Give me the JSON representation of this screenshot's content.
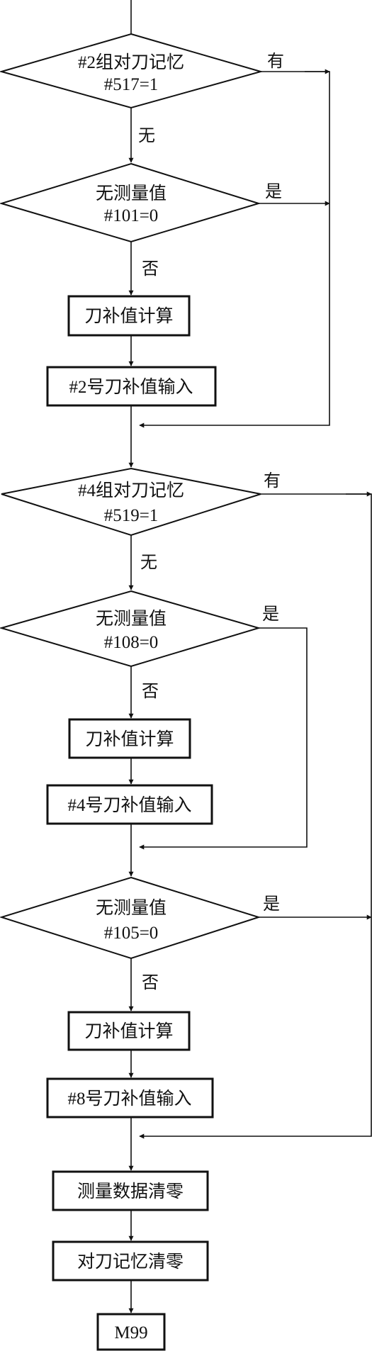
{
  "decisions": {
    "d1": {
      "line1": "#2组对刀记忆",
      "line2": "#517=1",
      "yes": "有",
      "no": "无"
    },
    "d2": {
      "line1": "无测量值",
      "line2": "#101=0",
      "yes": "是",
      "no": "否"
    },
    "d3": {
      "line1": "#4组对刀记忆",
      "line2": "#519=1",
      "yes": "有",
      "no": "无"
    },
    "d4": {
      "line1": "无测量值",
      "line2": "#108=0",
      "yes": "是",
      "no": "否"
    },
    "d5": {
      "line1": "无测量值",
      "line2": "#105=0",
      "yes": "是",
      "no": "否"
    }
  },
  "processes": {
    "p1": "刀补值计算",
    "p2": "#2号刀补值输入",
    "p3": "刀补值计算",
    "p4": "#4号刀补值输入",
    "p5": "刀补值计算",
    "p6": "#8号刀补值输入",
    "p7": "测量数据清零",
    "p8": "对刀记忆清零",
    "p9": "M99"
  }
}
